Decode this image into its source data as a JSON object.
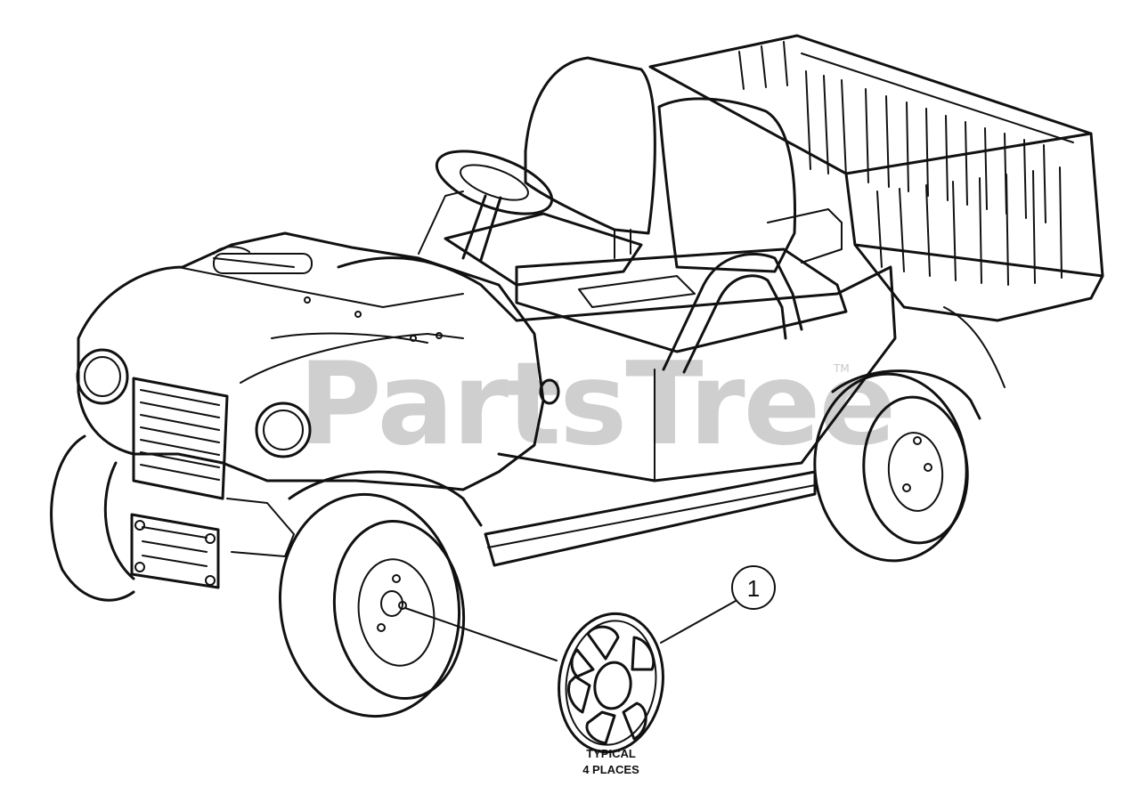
{
  "watermark": {
    "brand": "PartsTree",
    "trademark": "TM"
  },
  "callouts": [
    {
      "number": "1"
    }
  ],
  "note": {
    "line1": "TYPICAL",
    "line2": "4 PLACES"
  }
}
